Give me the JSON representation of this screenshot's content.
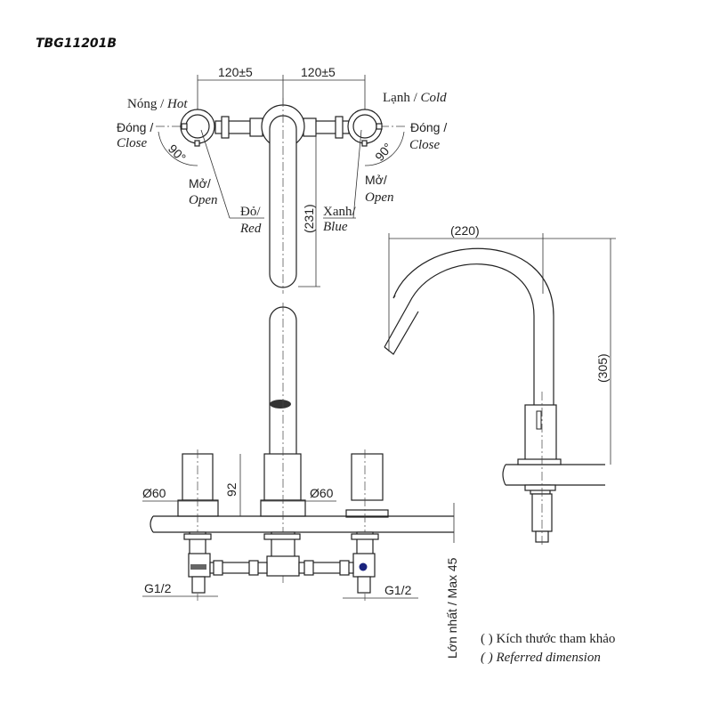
{
  "title": "TBG11201B",
  "top_view": {
    "dim_left": "120±5",
    "dim_right": "120±5",
    "hot_label_vi": "Nóng / ",
    "hot_label_en": "Hot",
    "cold_label_vi": "Lạnh / ",
    "cold_label_en": "Cold",
    "close_vi": "Đóng /",
    "close_en": "Close",
    "open_vi": "Mở/",
    "open_en": "Open",
    "angle": "90°",
    "red_vi": "Đỏ/",
    "red_en": "Red",
    "blue_vi": "Xanh/",
    "blue_en": "Blue",
    "spout_length": "(231)"
  },
  "front_view": {
    "height": "92",
    "dia_left": "Ø60",
    "dia_right": "Ø60",
    "thread_left": "G1/2",
    "thread_right": "G1/2",
    "deck_max": "Lớn nhất / Max 45"
  },
  "side_view": {
    "reach": "(220)",
    "spout_height": "(305)"
  },
  "notes": {
    "ref_vi": "( ) Kích thước tham khảo",
    "ref_en": "( ) Referred dimension"
  },
  "colors": {
    "line": "#222222",
    "blue_marker": "#1a237e"
  }
}
